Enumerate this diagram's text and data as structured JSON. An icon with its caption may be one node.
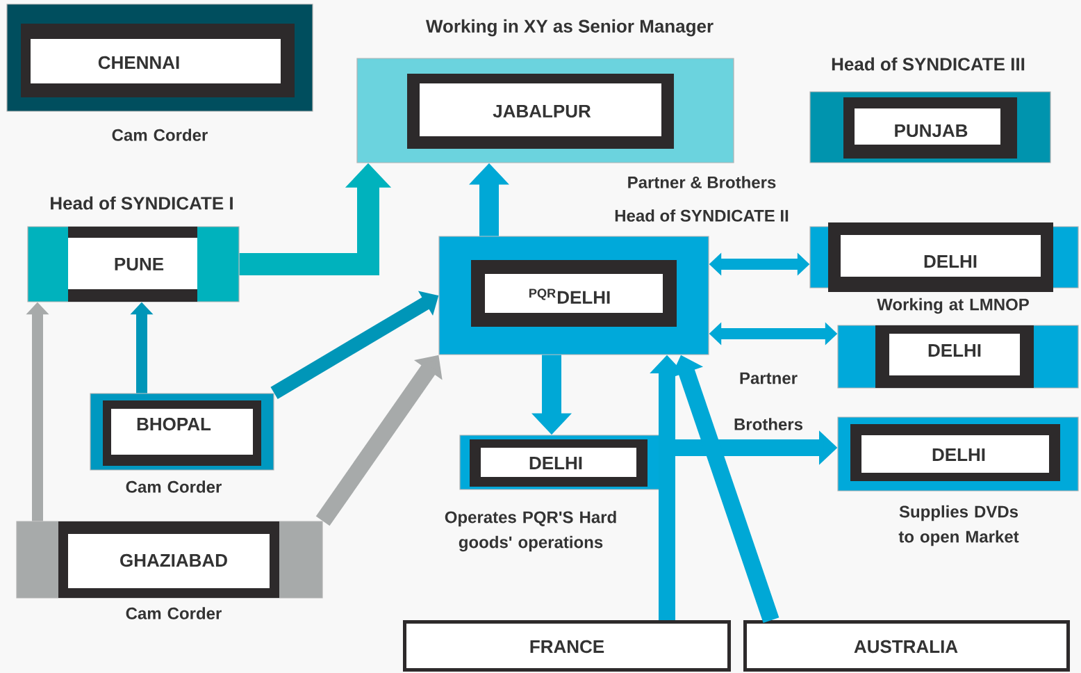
{
  "diagram": {
    "nodes": [
      {
        "text": [
          "CHENNAI"
        ],
        "beside": [
          "Cam Corder"
        ]
      },
      {
        "text": [
          "Working in XY as Senior Manager",
          "JABALPUR"
        ]
      },
      {
        "text": [
          "Head of SYNDICATE III",
          "PUNJAB"
        ]
      },
      {
        "text": [
          "Head of SYNDICATE I",
          "PUNE"
        ]
      },
      {
        "text": [
          "$^{PQR}$DELHI"
        ]
      },
      {
        "text": [
          "DELHI"
        ],
        "beside": [
          "Working at LMNOP"
        ]
      },
      {
        "text": [
          "DELHI"
        ]
      },
      {
        "text": [
          "BHOPAL"
        ],
        "beside": [
          "Cam Corder"
        ]
      },
      {
        "text": [
          "DELHI"
        ],
        "beside": [
          "Operates PQR'S Hard goods' operations"
        ]
      },
      {
        "text": [
          "DELHI"
        ],
        "beside": [
          "Supplies DVDs to open Market"
        ]
      },
      {
        "text": [
          "GHAZIABAD"
        ],
        "beside": [
          "Cam Corder"
        ]
      },
      {
        "text": [
          "FRANCE"
        ]
      },
      {
        "text": [
          "AUSTRALIA"
        ]
      }
    ],
    "edges": [
      {
        "from": 3,
        "to": 1,
        "arrow": "to",
        "color": "#00b2bd"
      },
      {
        "from": 4,
        "to": 1,
        "arrow": "to"
      },
      {
        "from": 7,
        "to": 3,
        "arrow": "to",
        "color": "#0096b8"
      },
      {
        "from": 7,
        "to": 4,
        "arrow": "to",
        "color": "#0096b8"
      },
      {
        "from": 10,
        "to": 3,
        "arrow": "to",
        "color": "#a7aaaa"
      },
      {
        "from": 10,
        "to": 4,
        "arrow": "to",
        "color": "#a7aaaa"
      },
      {
        "from": 4,
        "to": 5,
        "arrow": "both"
      },
      {
        "from": 4,
        "to": 6,
        "arrow": "both"
      },
      {
        "from": 4,
        "to": 8,
        "arrow": "to"
      },
      {
        "from": 8,
        "to": 9,
        "arrow": "to"
      },
      {
        "from": 11,
        "to": 4,
        "arrow": "to"
      },
      {
        "from": 12,
        "to": 4,
        "arrow": "to"
      }
    ],
    "labels": [
      "Partner & Brothers",
      "Head of SYNDICATE II",
      "Partner",
      "Brothers"
    ]
  }
}
